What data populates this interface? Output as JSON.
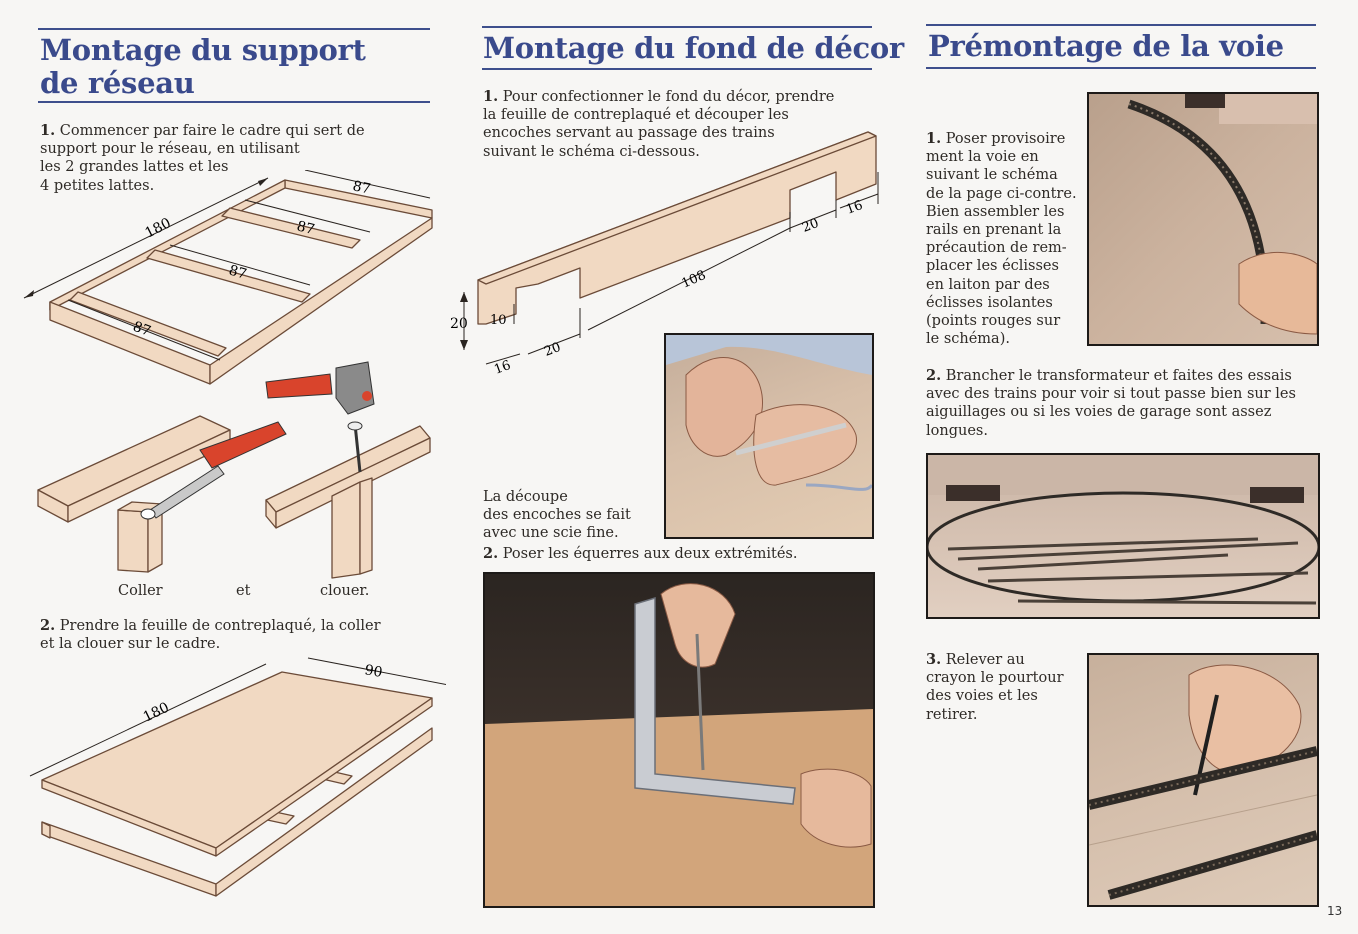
{
  "columns": {
    "support": {
      "title_line1": "Montage du support",
      "title_line2": "de réseau",
      "step1_num": "1.",
      "step1_lines": [
        "Commencer par faire le cadre qui sert de",
        "support pour le réseau, en utilisant",
        "les 2 grandes lattes et les",
        "4 petites lattes."
      ],
      "frame_dims": {
        "long": "180",
        "short_top": "87",
        "short_a": "87",
        "short_b": "87",
        "short_bottom": "87"
      },
      "caption_glue": "Coller",
      "caption_and": "et",
      "caption_nail": "clouer.",
      "step2_num": "2.",
      "step2_lines": [
        "Prendre la feuille de contreplaqué, la coller",
        "et la clouer sur le cadre."
      ],
      "board_dims": {
        "long": "180",
        "short": "90"
      }
    },
    "decor": {
      "title": "Montage du fond de décor",
      "step1_num": "1.",
      "step1_lines": [
        "Pour confectionner le fond du décor, prendre",
        "la feuille de contreplaqué et découper les",
        "encoches servant au passage des trains",
        "suivant le schéma ci-dessous."
      ],
      "dims": {
        "height": "20",
        "notch_depth": "10",
        "left_margin": "16",
        "left_notch": "20",
        "middle": "108",
        "right_notch": "20",
        "right_margin": "16"
      },
      "photo_caption_lines": [
        "La découpe",
        "des encoches se fait",
        "avec une scie fine."
      ],
      "step2_num": "2.",
      "step2_text": "Poser les équerres aux deux extrémités."
    },
    "track": {
      "title": "Prémontage de la voie",
      "step1_num": "1.",
      "step1_lines": [
        "Poser provisoire",
        "ment la voie en",
        "suivant le schéma",
        "de la page ci-contre.",
        "Bien assembler les",
        "rails en prenant la",
        "précaution de rem-",
        "placer les éclisses",
        "en laiton par des",
        "éclisses isolantes",
        "(points rouges sur",
        "le schéma)."
      ],
      "step2_num": "2.",
      "step2_lines": [
        "Brancher le transformateur et faites des essais",
        "avec des trains pour voir si tout passe bien sur les",
        "aiguillages ou si les voies de garage sont assez",
        "longues."
      ],
      "step3_num": "3.",
      "step3_lines": [
        "Relever au",
        "crayon le pourtour",
        "des voies et les",
        "retirer."
      ]
    }
  },
  "page_number": "13",
  "colors": {
    "heading": "#3a4a8c",
    "rule": "#3e4f8c",
    "wood": "#f1d9c2",
    "wood_edge": "#6b4b38",
    "hammer": "#d9442c",
    "chisel": "#d9442c"
  }
}
